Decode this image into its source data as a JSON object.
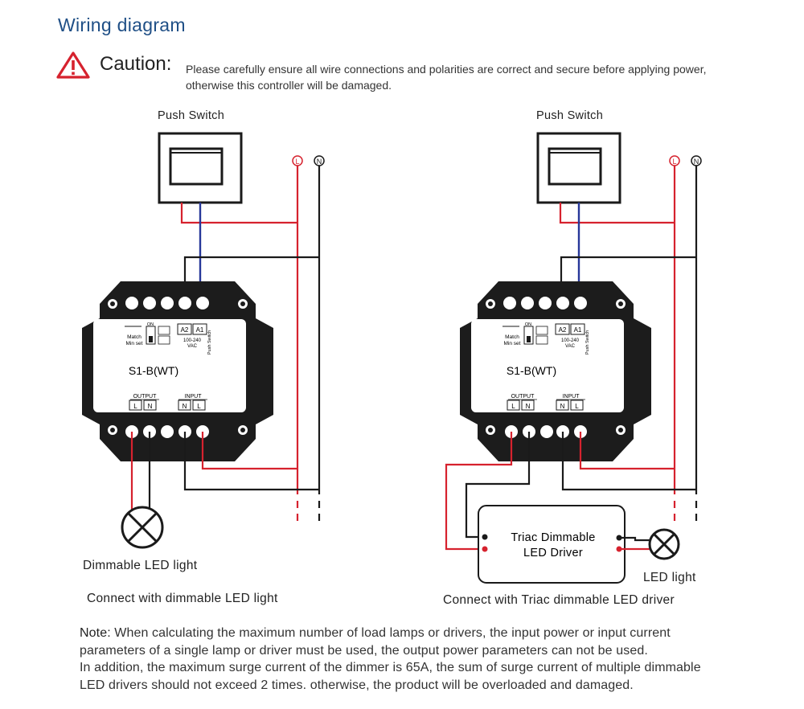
{
  "title": "Wiring diagram",
  "caution": {
    "label": "Caution:",
    "line1": "Please carefully ensure all wire connections and polarities are correct and secure before applying power,",
    "line2": "otherwise this controller will be damaged."
  },
  "left": {
    "push_switch": "Push Switch",
    "L": "L",
    "N": "N",
    "match": "Match",
    "minset": "Min set",
    "on": "ON",
    "a2": "A2",
    "a1": "A1",
    "vac": "100-240",
    "vac2": "VAC",
    "push_vert": "Push Switch",
    "model": "S1-B(WT)",
    "output": "OUTPUT",
    "input": "INPUT",
    "out_l": "L",
    "out_n": "N",
    "in_n": "N",
    "in_l": "L",
    "lamp_label": "Dimmable LED light",
    "caption": "Connect with dimmable LED light"
  },
  "right": {
    "push_switch": "Push Switch",
    "L": "L",
    "N": "N",
    "match": "Match",
    "minset": "Min set",
    "on": "ON",
    "a2": "A2",
    "a1": "A1",
    "vac": "100-240",
    "vac2": "VAC",
    "push_vert": "Push Switch",
    "model": "S1-B(WT)",
    "output": "OUTPUT",
    "input": "INPUT",
    "out_l": "L",
    "out_n": "N",
    "in_n": "N",
    "in_l": "L",
    "driver_line1": "Triac Dimmable",
    "driver_line2": "LED Driver",
    "lamp_label": "LED light",
    "caption": "Connect with Triac dimmable LED driver"
  },
  "note": {
    "label": "Note:",
    "line1": " When calculating the maximum number of load lamps or drivers, the input power or input current",
    "line2": "parameters of a single lamp or driver must be used, the output power parameters can not be used.",
    "line3": "In addition, the maximum surge current of the dimmer is 65A, the sum of surge current of multiple dimmable",
    "line4": "LED drivers should not exceed 2 times. otherwise, the product will be overloaded and damaged."
  },
  "colors": {
    "title": "#1f4f86",
    "live": "#d6222e",
    "switch_wire": "#27389a",
    "neutral": "#1a1a1a"
  }
}
